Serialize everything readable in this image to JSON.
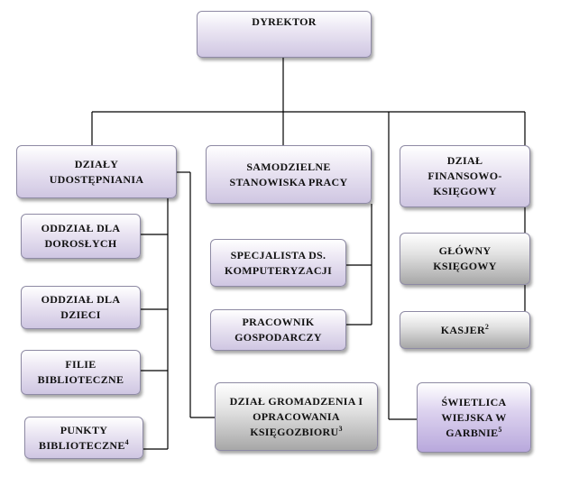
{
  "boxes": {
    "dyrektor": {
      "label": "DYREKTOR"
    },
    "dzialy_udostepniania": {
      "label": "DZIAŁY\nUDOSTĘPNIANIA"
    },
    "samodzielne_stanowiska": {
      "label": "SAMODZIELNE\nSTANOWISKA PRACY"
    },
    "dzial_finansowo_ksiegowy": {
      "label": "DZIAŁ\nFINANSOWO-\nKSIĘGOWY"
    },
    "oddzial_dla_doroslych": {
      "label": "ODDZIAŁ DLA\nDOROSŁYCH"
    },
    "oddzial_dla_dzieci": {
      "label": "ODDZIAŁ DLA\nDZIECI"
    },
    "filie_biblioteczne": {
      "label": "FILIE\nBIBLIOTECZNE"
    },
    "punkty_biblioteczne": {
      "label": "PUNKTY\nBIBLIOTECZNE",
      "sup": "4"
    },
    "specjalista_komputeryzacji": {
      "label": "SPECJALISTA DS.\nKOMPUTERYZACJI"
    },
    "pracownik_gospodarczy": {
      "label": "PRACOWNIK\nGOSPODARCZY"
    },
    "dzial_gromadzenia": {
      "label": "DZIAŁ GROMADZENIA I\nOPRACOWANIA\nKSIĘGOZBIORU",
      "sup": "3"
    },
    "glowny_ksiegowy": {
      "label": "GŁÓWNY\nKSIĘGOWY"
    },
    "kasjer": {
      "label": "KASJER",
      "sup": "2"
    },
    "swietlica_wiejska": {
      "label": "ŚWIETLICA\nWIEJSKA W\nGARBNIE",
      "sup": "5"
    }
  },
  "colors": {
    "line": "#000000",
    "box_border": "#8e8aa4",
    "lavender": "#cfc6e2",
    "gray": "#a7a7a7",
    "purple": "#b8a8dc"
  }
}
